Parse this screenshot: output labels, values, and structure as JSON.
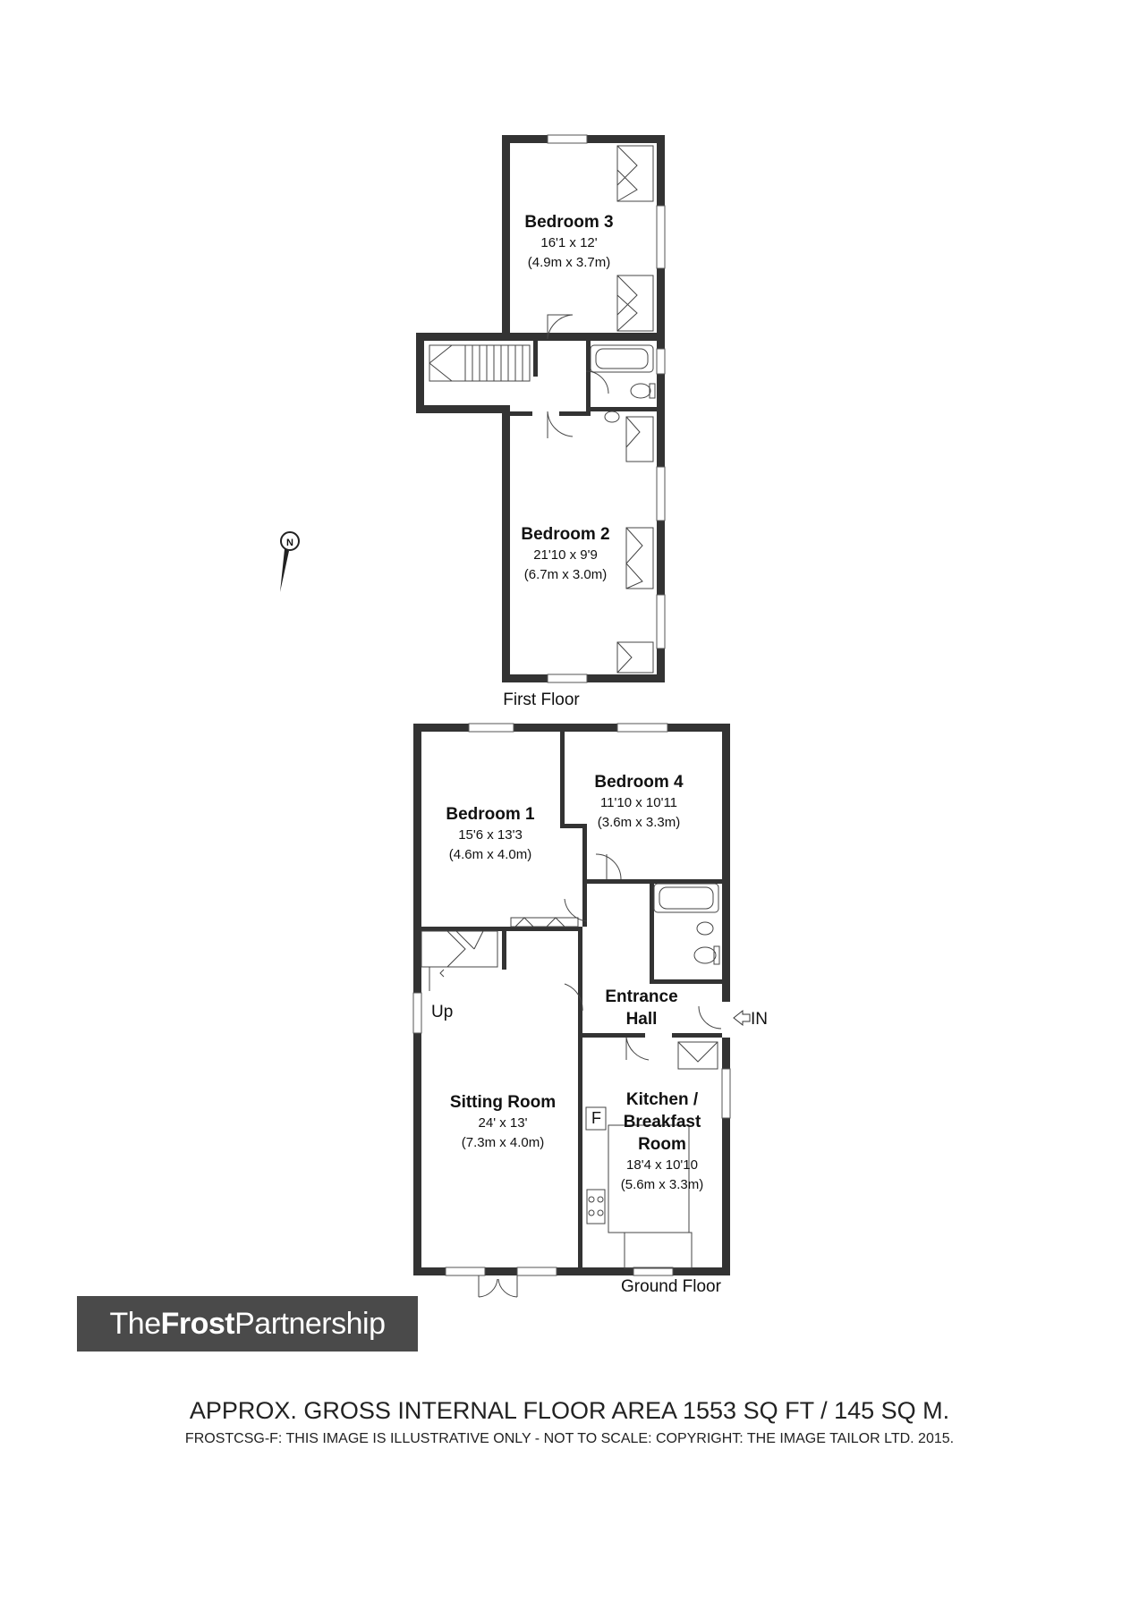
{
  "first_floor": {
    "label": "First Floor",
    "rooms": [
      {
        "name": "Bedroom 3",
        "dims_imperial": "16'1 x 12'",
        "dims_metric": "(4.9m x 3.7m)"
      },
      {
        "name": "Bedroom 2",
        "dims_imperial": "21'10 x 9'9",
        "dims_metric": "(6.7m x 3.0m)"
      }
    ]
  },
  "ground_floor": {
    "label": "Ground Floor",
    "rooms": [
      {
        "name": "Bedroom 1",
        "dims_imperial": "15'6 x 13'3",
        "dims_metric": "(4.6m x 4.0m)"
      },
      {
        "name": "Bedroom 4",
        "dims_imperial": "11'10 x 10'11",
        "dims_metric": "(3.6m x 3.3m)"
      },
      {
        "name_line1": "Entrance",
        "name_line2": "Hall"
      },
      {
        "name": "Sitting Room",
        "dims_imperial": "24' x 13'",
        "dims_metric": "(7.3m x 4.0m)"
      },
      {
        "name_line1": "Kitchen /",
        "name_line2": "Breakfast",
        "name_line3": "Room",
        "dims_imperial": "18'4 x 10'10",
        "dims_metric": "(5.6m x 3.3m)"
      }
    ],
    "stairs_label": "Up",
    "entrance_label": "IN",
    "fridge_label": "F"
  },
  "compass_label": "N",
  "logo": {
    "part1": "The",
    "part2": "Frost",
    "part3": "Partnership"
  },
  "footer": {
    "area": "APPROX. GROSS INTERNAL FLOOR AREA 1553 SQ FT / 145 SQ M.",
    "disclaimer": "FROSTCSG-F: THIS IMAGE IS ILLUSTRATIVE ONLY - NOT TO SCALE: COPYRIGHT: THE IMAGE TAILOR LTD. 2015."
  }
}
